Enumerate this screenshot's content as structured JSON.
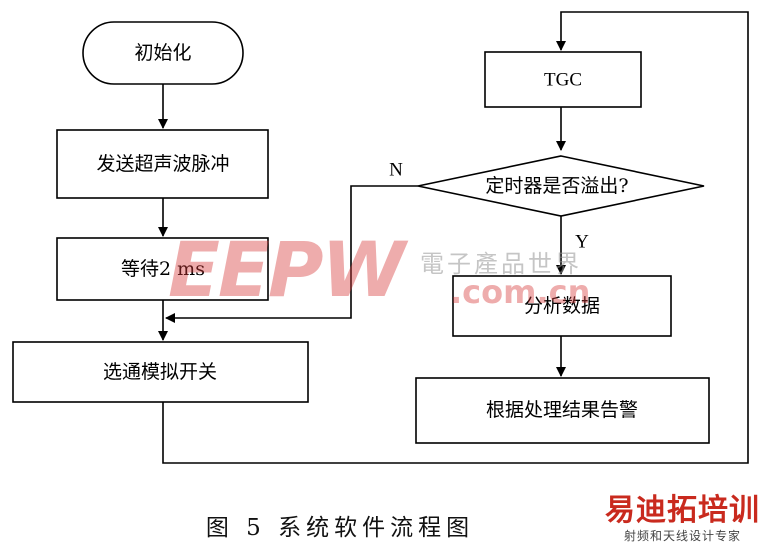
{
  "flowchart": {
    "nodes": {
      "init": "初始化",
      "send": "发送超声波脉冲",
      "wait": "等待2 ms",
      "select": "选通模拟开关",
      "tgc": "TGC",
      "decision": "定时器是否溢出?",
      "analyze": "分析数据",
      "alarm": "根据处理结果告警"
    },
    "edges": {
      "no": "N",
      "yes": "Y"
    }
  },
  "caption": "图 5   系统软件流程图",
  "watermark": {
    "logo": "EEPW",
    "site": ".com.cn",
    "cn_name": "電子產品世界"
  },
  "brand": {
    "name": "易迪拓培训",
    "slogan": "射频和天线设计专家"
  },
  "colors": {
    "watermark_red": "#d63a3a",
    "brand_red": "#c92a1e"
  }
}
